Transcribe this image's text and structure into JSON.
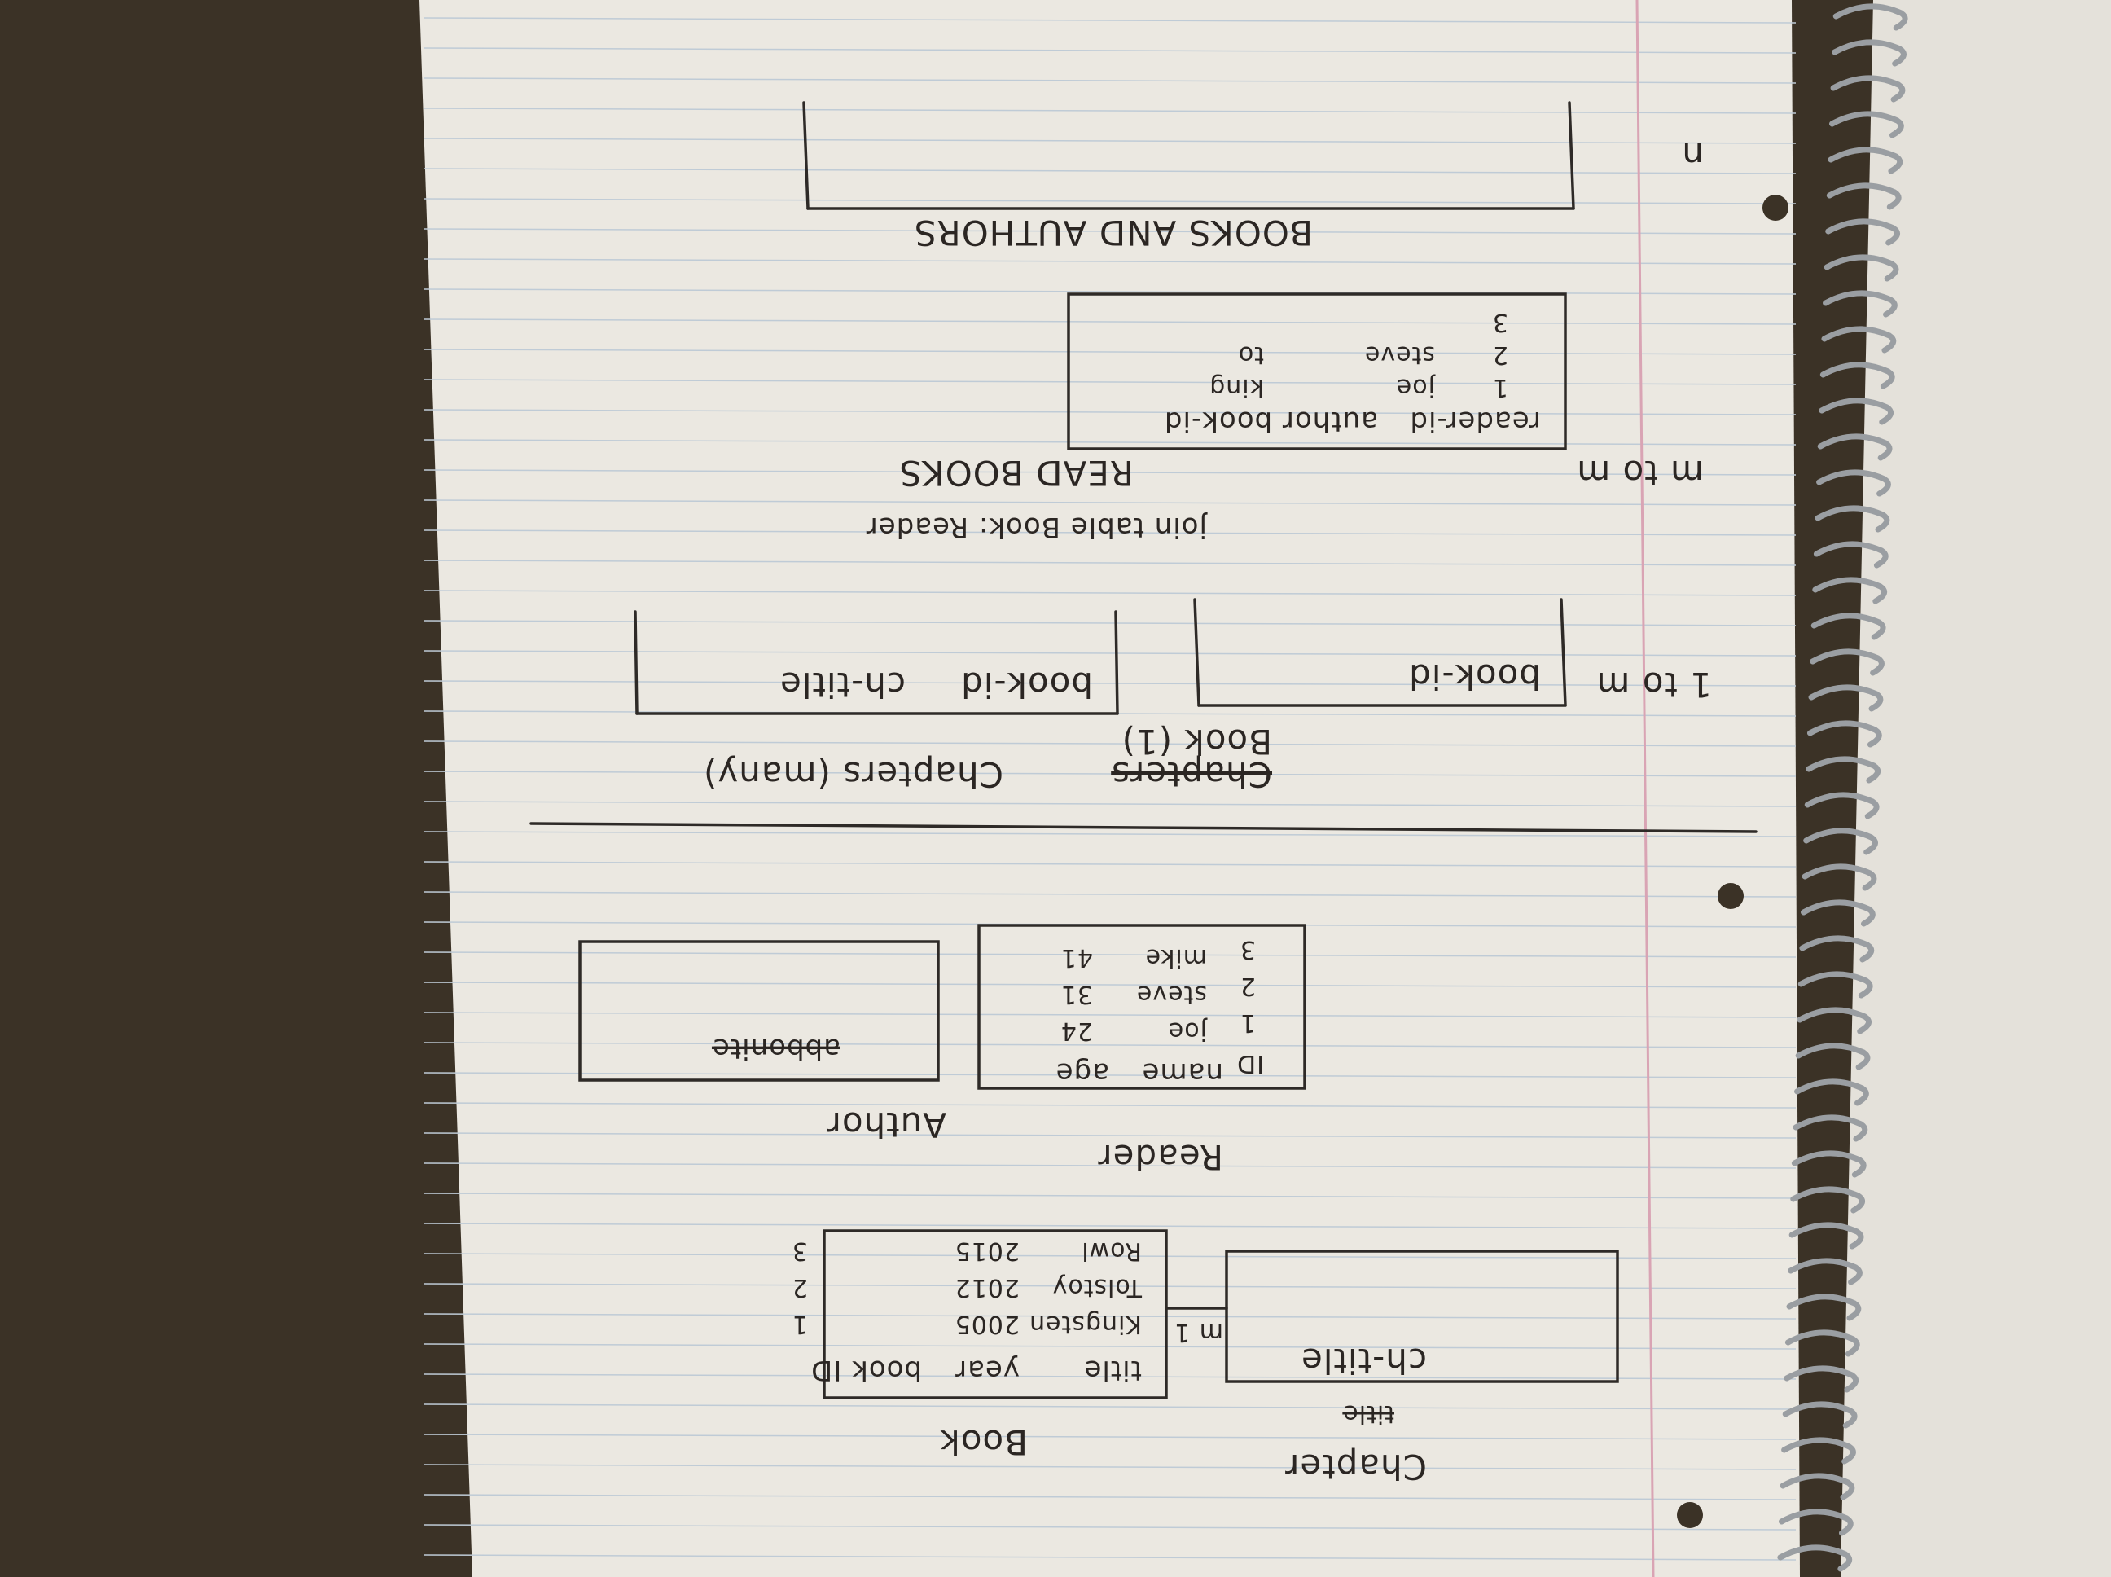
{
  "scene": {
    "description_kind": "photo of a spiral notebook page with handwritten database notes, rotated 180 degrees",
    "colors": {
      "desk": "#3b3226",
      "paper": "#ebe8e1",
      "rule_line": "#bfcbd6",
      "margin_line": "#d9a4b4",
      "ink": "#2b2623",
      "spiral": "#9a9ea2"
    }
  },
  "notes": {
    "chapter_label": "Chapter",
    "chapter_title_struck": "title",
    "ch_title": "ch-title",
    "relation_m1": "m 1",
    "book_label": "Book",
    "book_columns": [
      "title",
      "year",
      "book ID"
    ],
    "book_rows": [
      {
        "title": "Kingsten",
        "year": "2005",
        "id": "1"
      },
      {
        "title": "Tolstoy",
        "year": "2012",
        "id": "2"
      },
      {
        "title": "Rowl",
        "year": "2015",
        "id": "3"
      }
    ],
    "reader_label": "Reader",
    "author_label": "Author",
    "author_field": "abbonite",
    "reader_columns": [
      "ID",
      "name",
      "age"
    ],
    "reader_rows": [
      {
        "id": "1",
        "name": "joe",
        "age": "24"
      },
      {
        "id": "2",
        "name": "steve",
        "age": "31"
      },
      {
        "id": "3",
        "name": "mike",
        "age": "41"
      }
    ],
    "one_to_many_label": "1 to m",
    "book_one_struck": "Chapters",
    "book_one": "Book (1)",
    "chapters_many": "Chapters (many)",
    "book_id_col": "book-id",
    "chapter_cols": [
      "book-id",
      "ch-title"
    ],
    "join_note": "join table Book: Reader",
    "many_to_many": "m to m",
    "read_books_title": "READ BOOKS",
    "read_books_cols": [
      "reader-id",
      "author book-id"
    ],
    "read_books_rows": [
      {
        "id": "1",
        "name": "joe",
        "book": "king"
      },
      {
        "id": "2",
        "name": "steve",
        "book": "to"
      },
      {
        "id": "3",
        "name": "",
        "book": ""
      }
    ],
    "books_and_authors_title": "BOOKS AND AUTHORS",
    "n_label": "n"
  }
}
